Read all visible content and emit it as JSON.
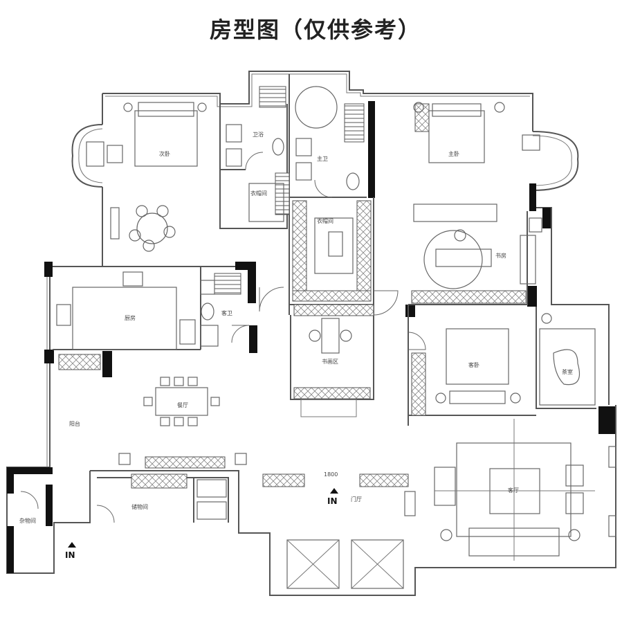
{
  "title": "房型图（仅供参考）",
  "rooms": {
    "bedroom_nw": "次卧",
    "bath_nw": "卫浴",
    "cloakroom": "衣帽间",
    "bath_center": "主卫",
    "master_bedroom": "主卧",
    "walkin_closet": "衣帽间",
    "study": "书房",
    "kitchen": "厨房",
    "bath_kitchen": "客卫",
    "dining": "餐厅",
    "study_center": "书画区",
    "bedroom_se": "客卧",
    "tea_room": "茶室",
    "balcony_w": "阳台",
    "storage": "储物间",
    "small_room": "杂物间",
    "foyer": "门厅",
    "living": "客厅"
  },
  "entrances": {
    "main": "IN",
    "side": "IN"
  },
  "dimension": "1800"
}
